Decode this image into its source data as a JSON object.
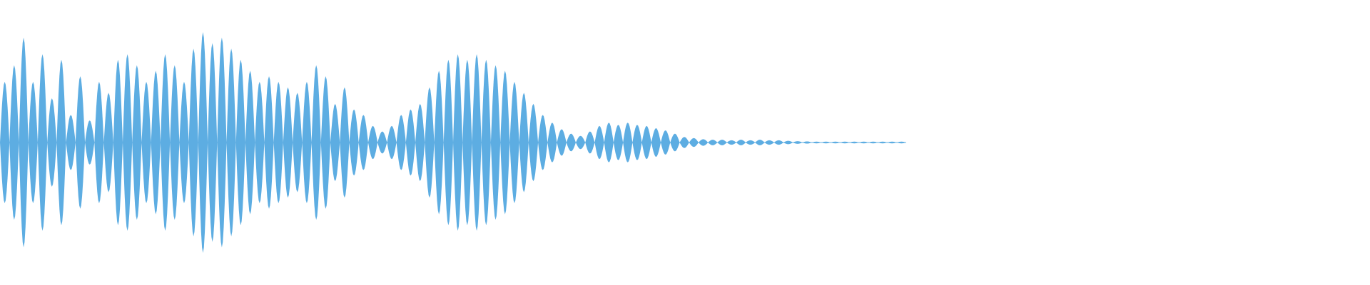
{
  "waveform": {
    "color": "#5DADE2",
    "background": "#ffffff",
    "amplitude_envelope": [
      0.55,
      0.7,
      0.95,
      0.55,
      0.8,
      0.4,
      0.75,
      0.25,
      0.6,
      0.2,
      0.55,
      0.45,
      0.75,
      0.8,
      0.7,
      0.55,
      0.65,
      0.8,
      0.7,
      0.55,
      0.85,
      1.0,
      0.9,
      0.95,
      0.85,
      0.75,
      0.65,
      0.55,
      0.6,
      0.55,
      0.5,
      0.45,
      0.55,
      0.7,
      0.6,
      0.35,
      0.5,
      0.3,
      0.25,
      0.15,
      0.1,
      0.15,
      0.25,
      0.3,
      0.35,
      0.5,
      0.65,
      0.75,
      0.8,
      0.75,
      0.8,
      0.75,
      0.7,
      0.65,
      0.55,
      0.45,
      0.35,
      0.25,
      0.18,
      0.12,
      0.08,
      0.06,
      0.1,
      0.15,
      0.18,
      0.16,
      0.18,
      0.16,
      0.15,
      0.13,
      0.11,
      0.08,
      0.05,
      0.04,
      0.03,
      0.025,
      0.025,
      0.02,
      0.025,
      0.02,
      0.025,
      0.02,
      0.02,
      0.015,
      0.012,
      0.01,
      0.008,
      0.008,
      0.008,
      0.008,
      0.008,
      0.008,
      0.008,
      0.008,
      0.008,
      0.008
    ],
    "cycles_per_segment": 1.0
  }
}
